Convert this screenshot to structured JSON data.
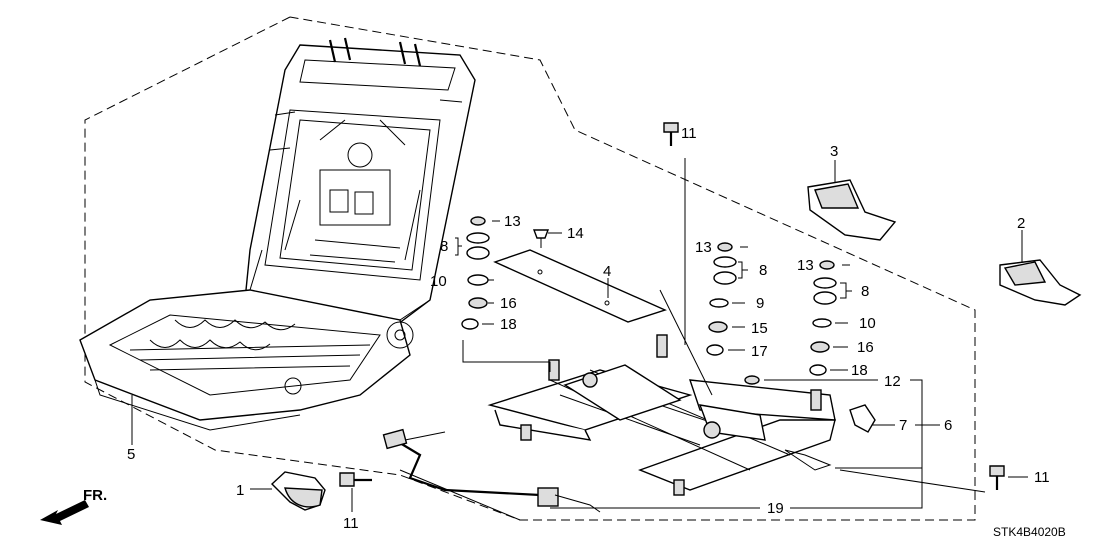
{
  "diagram": {
    "callouts": {
      "c1": "1",
      "c2": "2",
      "c3": "3",
      "c4": "4",
      "c5": "5",
      "c6": "6",
      "c7": "7",
      "c8": "8",
      "c9": "9",
      "c10": "10",
      "c11": "11",
      "c12": "12",
      "c13": "13",
      "c14": "14",
      "c15": "15",
      "c16": "16",
      "c17": "17",
      "c18": "18",
      "c19": "19"
    },
    "direction_label": "FR.",
    "diagram_code": "STK4B4020B"
  }
}
